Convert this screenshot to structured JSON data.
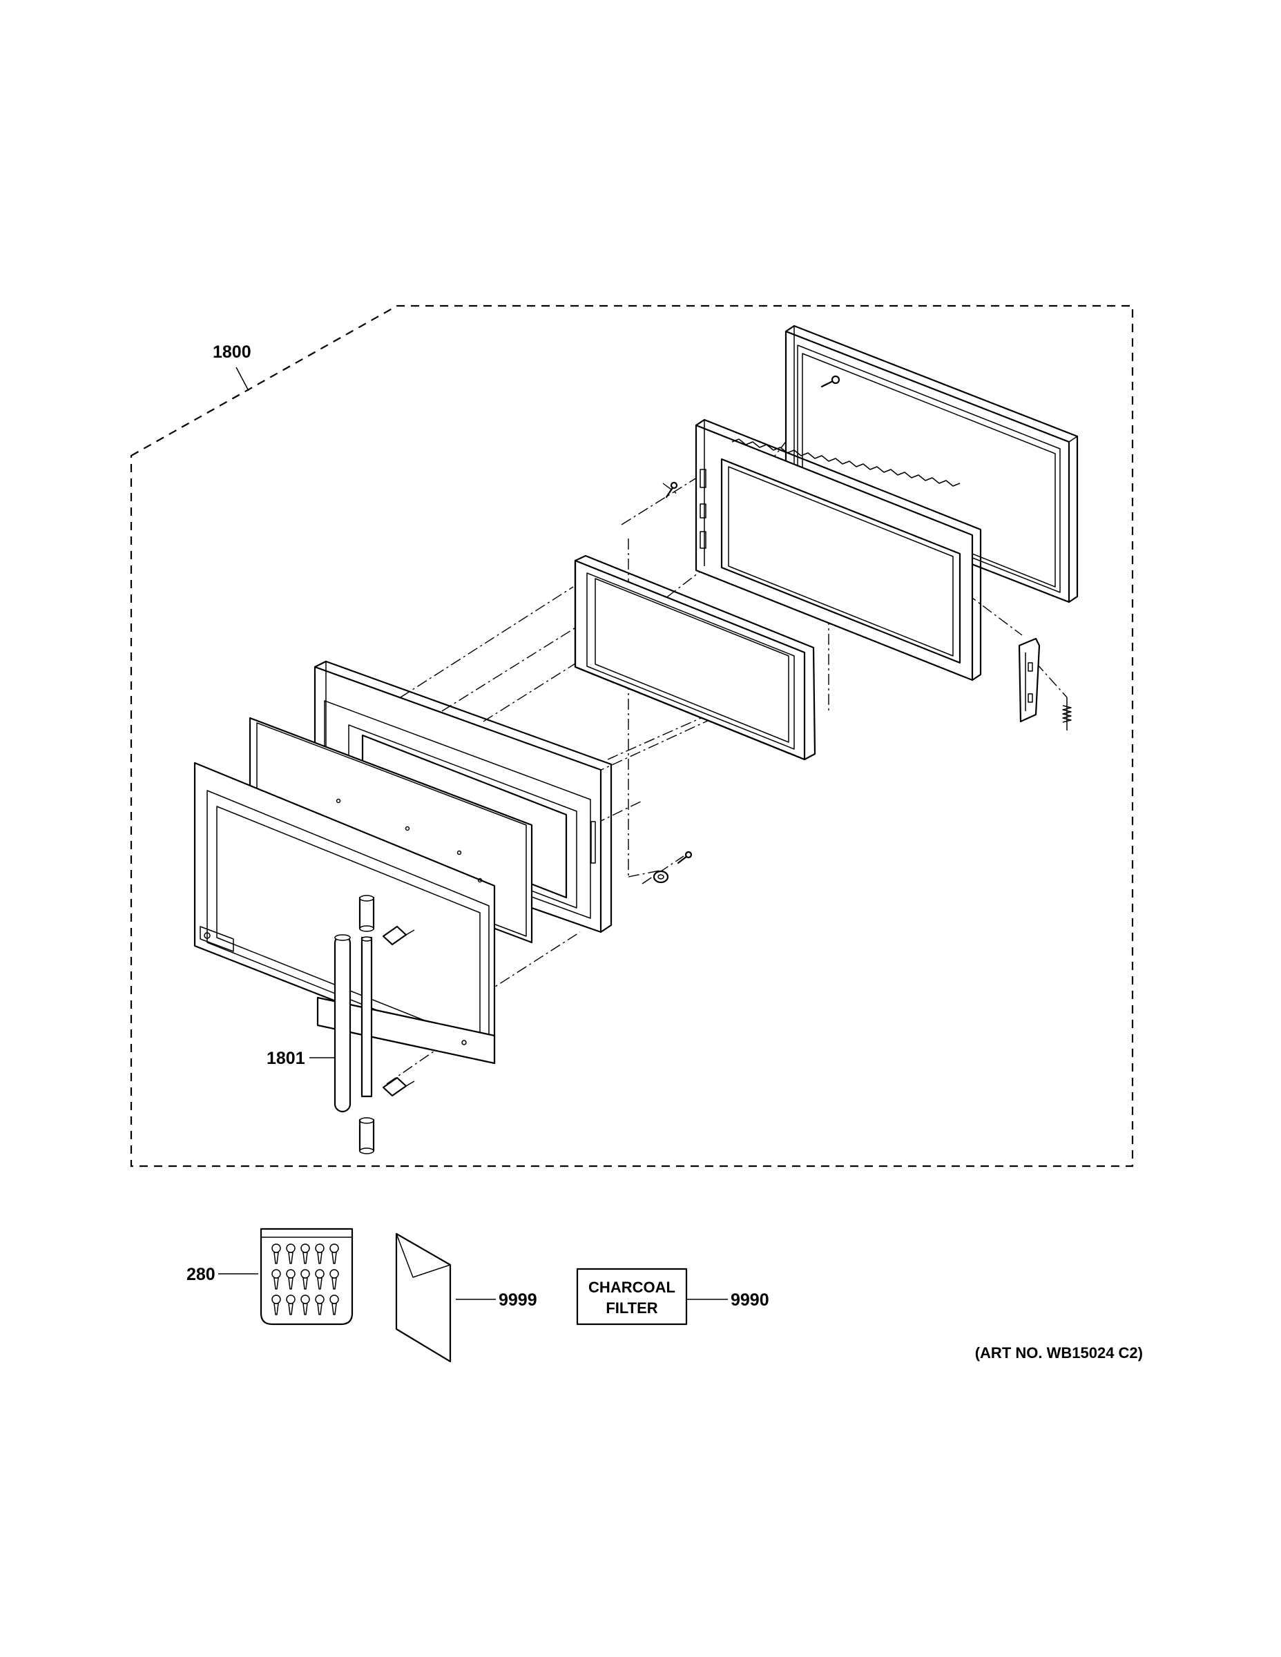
{
  "labels": {
    "assembly": "1800",
    "handle": "1801",
    "hardware_kit": "280",
    "literature": "9999",
    "filter": "9990"
  },
  "filter_box": {
    "line1": "CHARCOAL",
    "line2": "FILTER"
  },
  "art_number": "(ART NO. WB15024 C2)",
  "colors": {
    "line": "#000000",
    "background": "#ffffff"
  }
}
